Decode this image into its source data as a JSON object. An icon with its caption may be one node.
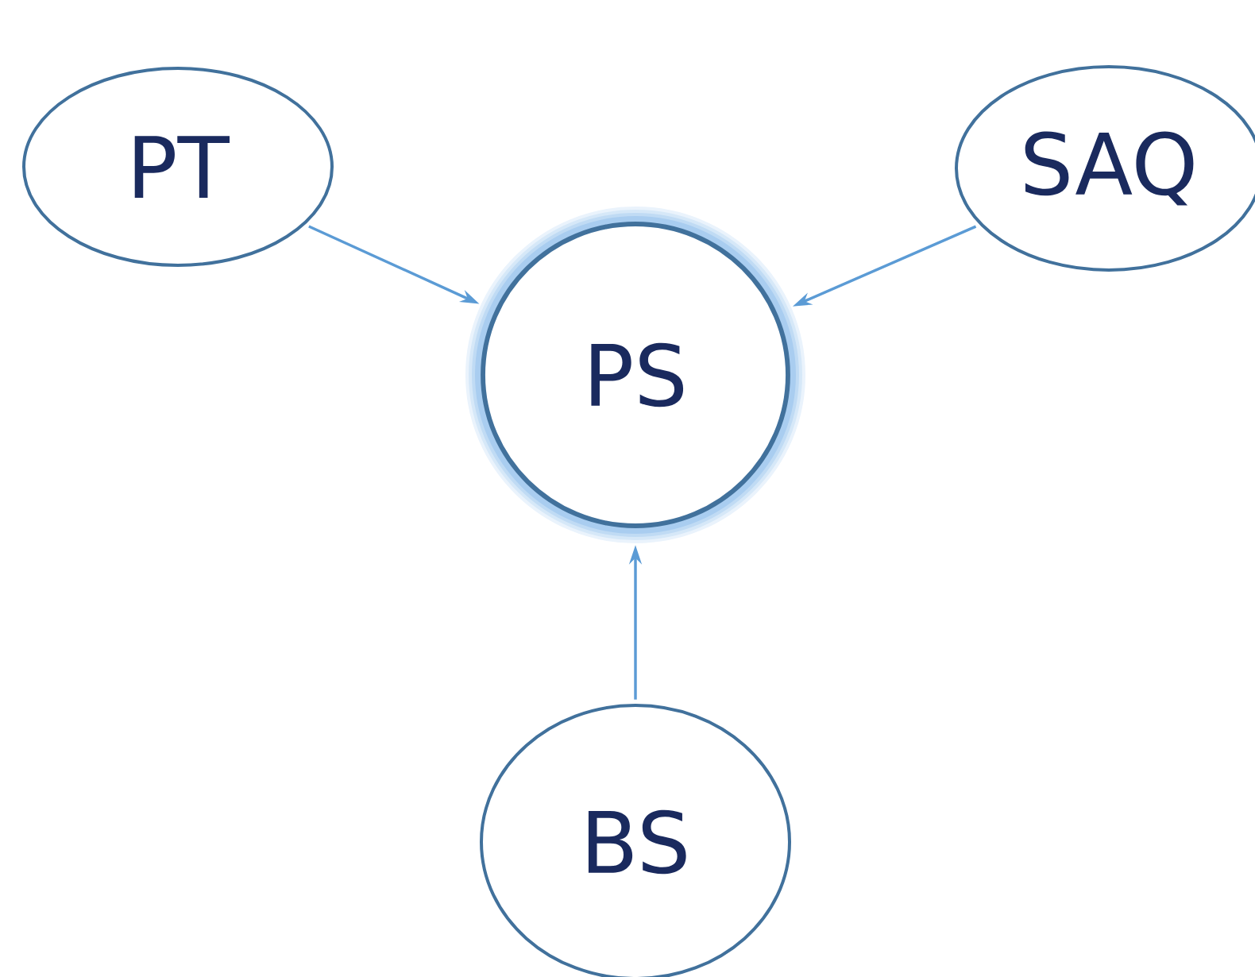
{
  "diagram": {
    "nodes": [
      {
        "text": [
          "PT"
        ]
      },
      {
        "text": [
          "SAQ"
        ]
      },
      {
        "text": [
          "PS"
        ]
      },
      {
        "text": [
          "BS"
        ]
      }
    ],
    "edges": [
      {
        "from": 0,
        "to": 2,
        "arrow": "to"
      },
      {
        "from": 1,
        "to": 2,
        "arrow": "to"
      },
      {
        "from": 3,
        "to": 2,
        "arrow": "to"
      }
    ]
  }
}
